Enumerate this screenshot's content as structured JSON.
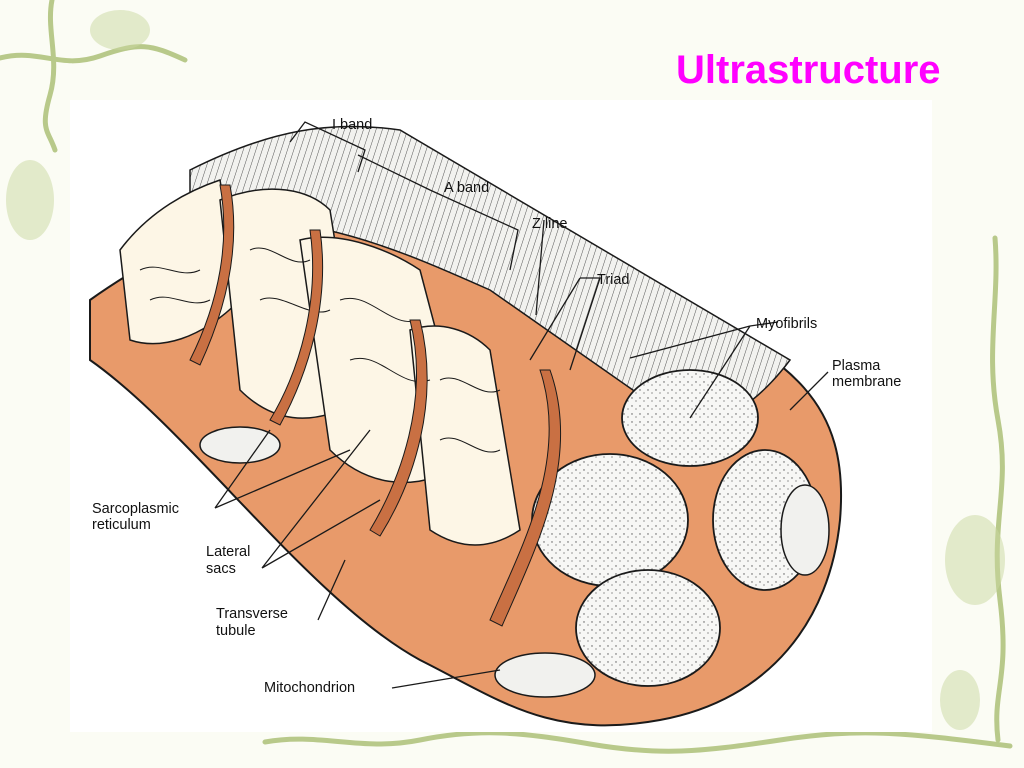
{
  "slide": {
    "title": "Ultrastructure",
    "title_color": "#ff00ff",
    "accent_vine_color": "#b8c98a"
  },
  "diagram": {
    "labels": {
      "i_band": "I band",
      "a_band": "A band",
      "z_line": "Z line",
      "triad": "Triad",
      "myofibrils": "Myofibrils",
      "plasma_membrane_1": "Plasma",
      "plasma_membrane_2": "membrane",
      "sarcoplasmic_1": "Sarcoplasmic",
      "sarcoplasmic_2": "reticulum",
      "lateral_1": "Lateral",
      "lateral_2": "sacs",
      "transverse_1": "Transverse",
      "transverse_2": "tubule",
      "mitochondrion": "Mitochondrion"
    },
    "colors": {
      "membrane": "#e89a6a",
      "membrane_dark": "#c97043",
      "reticulum": "#fdf6e6",
      "myofibril": "#f4f4f2",
      "ink": "#1a1a1a"
    }
  }
}
